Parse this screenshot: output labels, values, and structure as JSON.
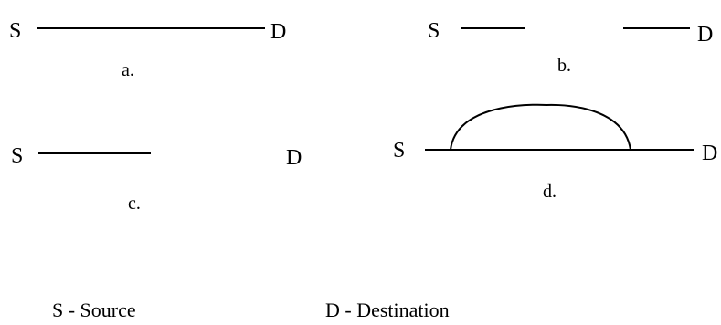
{
  "panels": {
    "a": {
      "source": "S",
      "destination": "D",
      "caption": "a."
    },
    "b": {
      "source": "S",
      "destination": "D",
      "caption": "b."
    },
    "c": {
      "source": "S",
      "destination": "D",
      "caption": "c."
    },
    "d": {
      "source": "S",
      "destination": "D",
      "caption": "d."
    }
  },
  "legend": {
    "source": "S - Source",
    "destination": "D - Destination"
  }
}
